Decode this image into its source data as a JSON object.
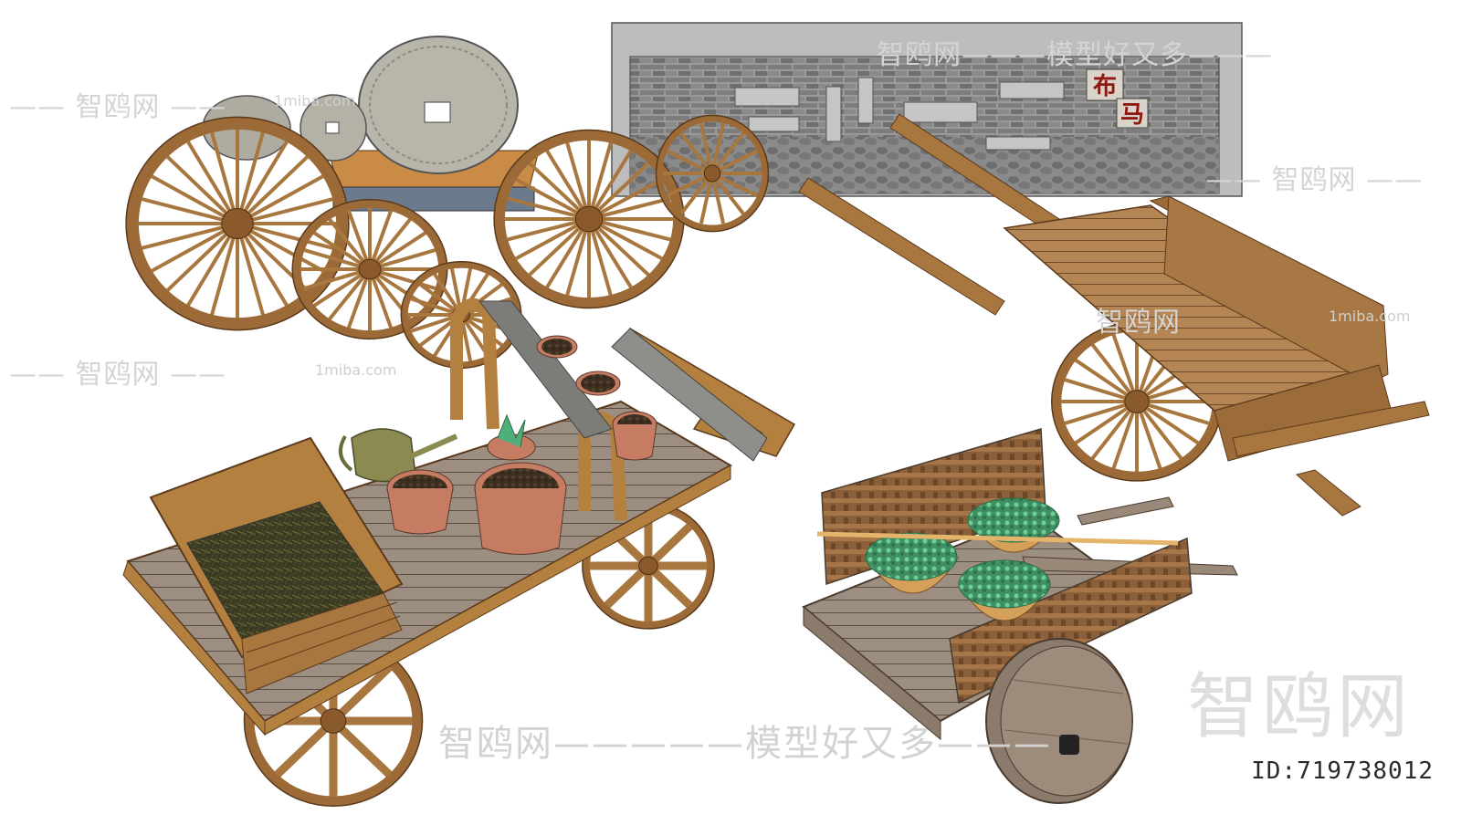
{
  "sign": {
    "char1": "布",
    "char2": "马"
  },
  "watermarks": {
    "brand_line": "—— 智鸥网 ——",
    "brand_short": "智鸥网",
    "site": "1miba.com",
    "slogan_top": "智鸥网———模型好又多———",
    "slogan_bottom": "智鸥网—————模型好又多———",
    "big": "智鸥网"
  },
  "id_label": "ID:719738012",
  "colors": {
    "wood": "#a8773f",
    "wood_dark": "#6e4a26",
    "stone": "#b9b7ae",
    "brick": "#8e8e8e",
    "soil": "#4a3a22",
    "leaf": "#4fae7a",
    "sign_red": "#8c1a12"
  }
}
